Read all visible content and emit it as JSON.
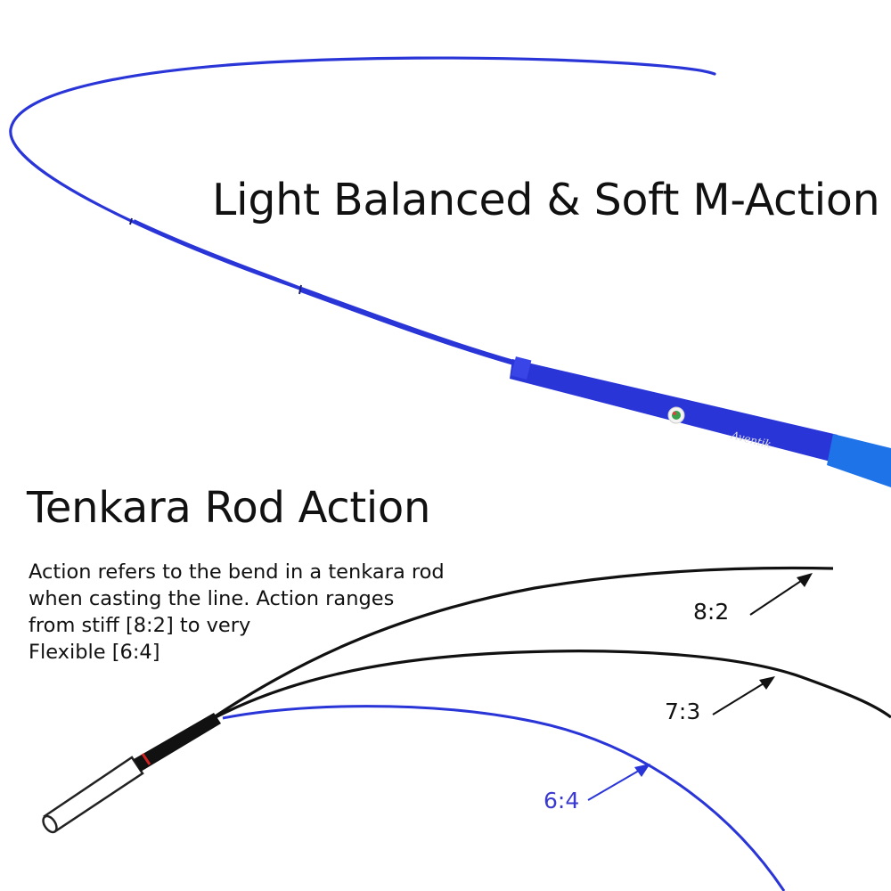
{
  "headline": "Light Balanced & Soft M-Action",
  "section_title": "Tenkara Rod Action",
  "description_lines": [
    "Action refers to the bend in a tenkara rod",
    "when casting the line. Action ranges",
    "from stiff [8:2] to very",
    "Flexible [6:4]"
  ],
  "ratios": {
    "stiff": "8:2",
    "medium": "7:3",
    "flexible": "6:4"
  },
  "rod_branding": "Aventik",
  "colors": {
    "rod_blue": "#2a35d8",
    "rod_light_blue": "#1e73e8",
    "curve_black": "#111111",
    "flexible_label": "#3a3ad0",
    "handle_marker": "#cc2222"
  }
}
